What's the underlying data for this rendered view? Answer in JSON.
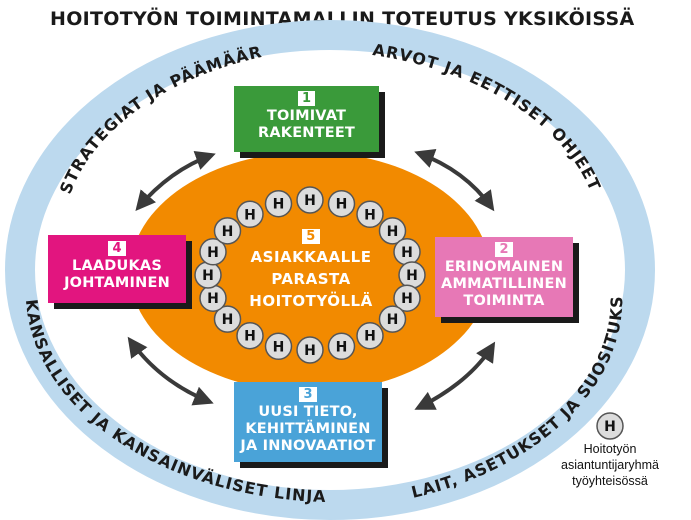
{
  "title": "HOITOTYÖN TOIMINTAMALLIN TOTEUTUS YKSIKÖISSÄ",
  "ring_texts": {
    "top_left": "STRATEGIAT JA PÄÄMÄÄRÄT",
    "top_right": "ARVOT JA EETTISET OHJEET",
    "bottom_left": "KANSALLISET JA KANSAINVÄLISET LINJAUKSET",
    "bottom_right": "LAIT, ASETUKSET JA SUOSITUKSET"
  },
  "boxes": [
    {
      "number": "1",
      "lines": [
        "TOIMIVAT",
        "RAKENTEET"
      ],
      "color": "#3a9a3a"
    },
    {
      "number": "2",
      "lines": [
        "ERINOMAINEN",
        "AMMATILLINEN",
        "TOIMINTA"
      ],
      "color": "#e778b6"
    },
    {
      "number": "3",
      "lines": [
        "UUSI TIETO,",
        "KEHITTÄMINEN",
        "JA INNOVAATIOT"
      ],
      "color": "#4aa3d8"
    },
    {
      "number": "4",
      "lines": [
        "LAADUKAS",
        "JOHTAMINEN"
      ],
      "color": "#e2157f"
    }
  ],
  "center": {
    "number": "5",
    "lines": [
      "ASIAKKAALLE",
      "PARASTA",
      "HOITOTYÖLLÄ"
    ]
  },
  "h_marker": "H",
  "h_count": 20,
  "legend": {
    "marker": "H",
    "lines": [
      "Hoitotyön",
      "asiantuntijaryhmä",
      "työyhteisössä"
    ]
  },
  "colors": {
    "ring": "#bcd9ee",
    "ellipse": "#f28a00",
    "h_circle": "#dcdcdc",
    "arrow": "#3a3a3a"
  }
}
